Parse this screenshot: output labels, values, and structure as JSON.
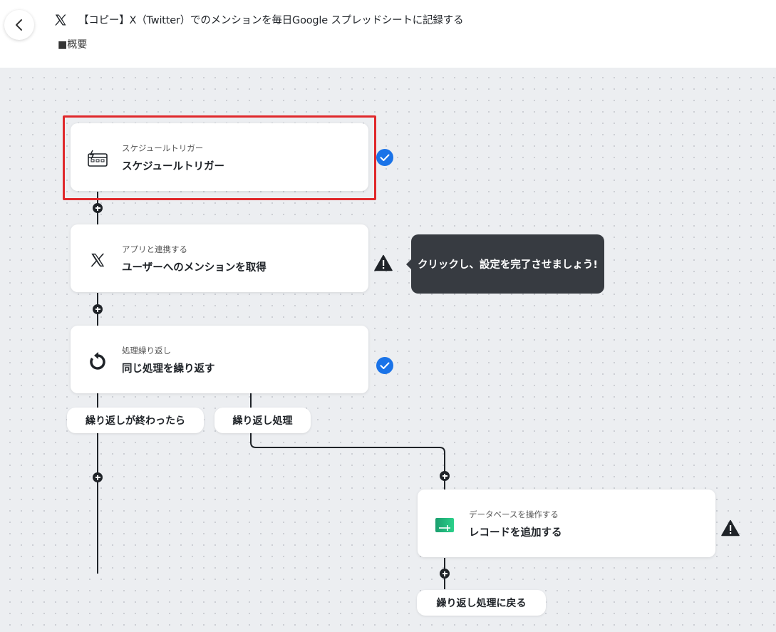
{
  "header": {
    "title": "【コピー】X（Twitter）でのメンションを毎日Google スプレッドシートに記録する",
    "summary": "■概要",
    "back_icon": "chevron-left-icon",
    "title_icon": "x-logo-icon"
  },
  "flow": {
    "nodes": [
      {
        "subtitle": "スケジュールトリガー",
        "title": "スケジュールトリガー",
        "icon": "schedule-trigger-icon",
        "status": "complete"
      },
      {
        "subtitle": "アプリと連携する",
        "title": "ユーザーへのメンションを取得",
        "icon": "x-logo-icon",
        "status": "warning"
      },
      {
        "subtitle": "処理繰り返し",
        "title": "同じ処理を繰り返す",
        "icon": "loop-icon",
        "status": "complete"
      },
      {
        "subtitle": "データベースを操作する",
        "title": "レコードを追加する",
        "icon": "spreadsheet-icon",
        "status": "warning"
      }
    ],
    "branches": {
      "loop_end": "繰り返しが終わったら",
      "loop_body": "繰り返し処理",
      "return_to_loop": "繰り返し処理に戻る"
    },
    "tooltip": "クリックし、設定を完了させましょう!"
  },
  "colors": {
    "accent_blue": "#1a73e8",
    "highlight_red": "#e0282b",
    "tooltip_bg": "#373b41",
    "canvas_bg": "#eceef1"
  }
}
